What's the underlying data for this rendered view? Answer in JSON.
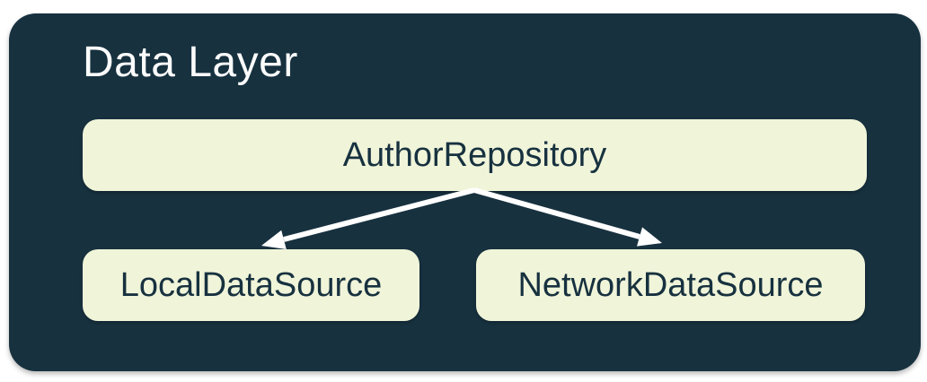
{
  "diagram": {
    "title": "Data Layer",
    "nodes": [
      {
        "id": "author-repository",
        "label": "AuthorRepository"
      },
      {
        "id": "local-data-source",
        "label": "LocalDataSource"
      },
      {
        "id": "network-data-source",
        "label": "NetworkDataSource"
      }
    ],
    "edges": [
      {
        "from": "AuthorRepository",
        "to": "LocalDataSource"
      },
      {
        "from": "AuthorRepository",
        "to": "NetworkDataSource"
      }
    ],
    "colors": {
      "page_bg": "#FFFFFF",
      "container_bg": "#17313F",
      "node_bg": "#F0F4D9",
      "node_text": "#17313F",
      "title_text": "#FCFCFC",
      "arrow": "#FFFFFF"
    }
  }
}
